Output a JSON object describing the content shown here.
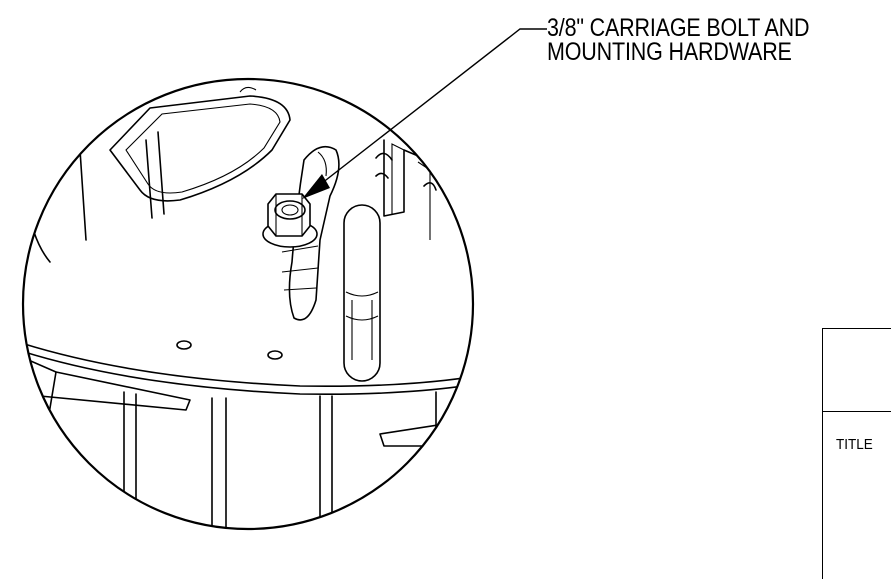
{
  "callout": {
    "line1": "3/8\" CARRIAGE BOLT AND",
    "line2": "MOUNTING HARDWARE"
  },
  "title_block": {
    "label": "TITLE"
  }
}
